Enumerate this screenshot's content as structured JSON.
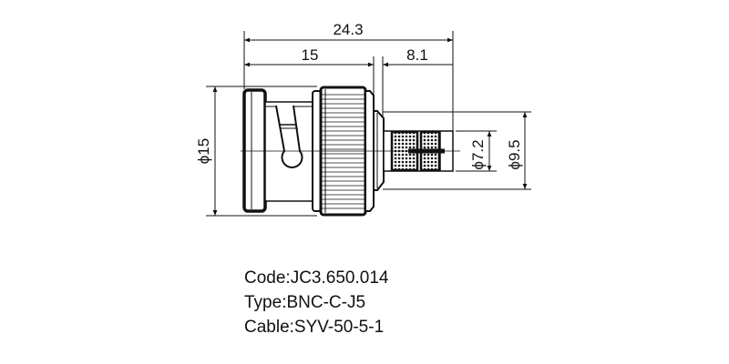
{
  "drawing": {
    "title": "BNC connector technical drawing",
    "dimensions": {
      "overall_length": "24.3",
      "front_length": "15",
      "rear_length": "8.1",
      "body_diameter": "ϕ15",
      "ferrule_diameter": "ϕ7.2",
      "rear_diameter": "ϕ9.5"
    },
    "colors": {
      "line": "#111111",
      "background": "#ffffff"
    }
  },
  "specs": [
    {
      "label": "Code:",
      "value": "JC3.650.014",
      "text": "Code:JC3.650.014"
    },
    {
      "label": "Type:",
      "value": "BNC-C-J5",
      "text": "Type:BNC-C-J5"
    },
    {
      "label": "Cable:",
      "value": "SYV-50-5-1",
      "text": "Cable:SYV-50-5-1"
    }
  ]
}
